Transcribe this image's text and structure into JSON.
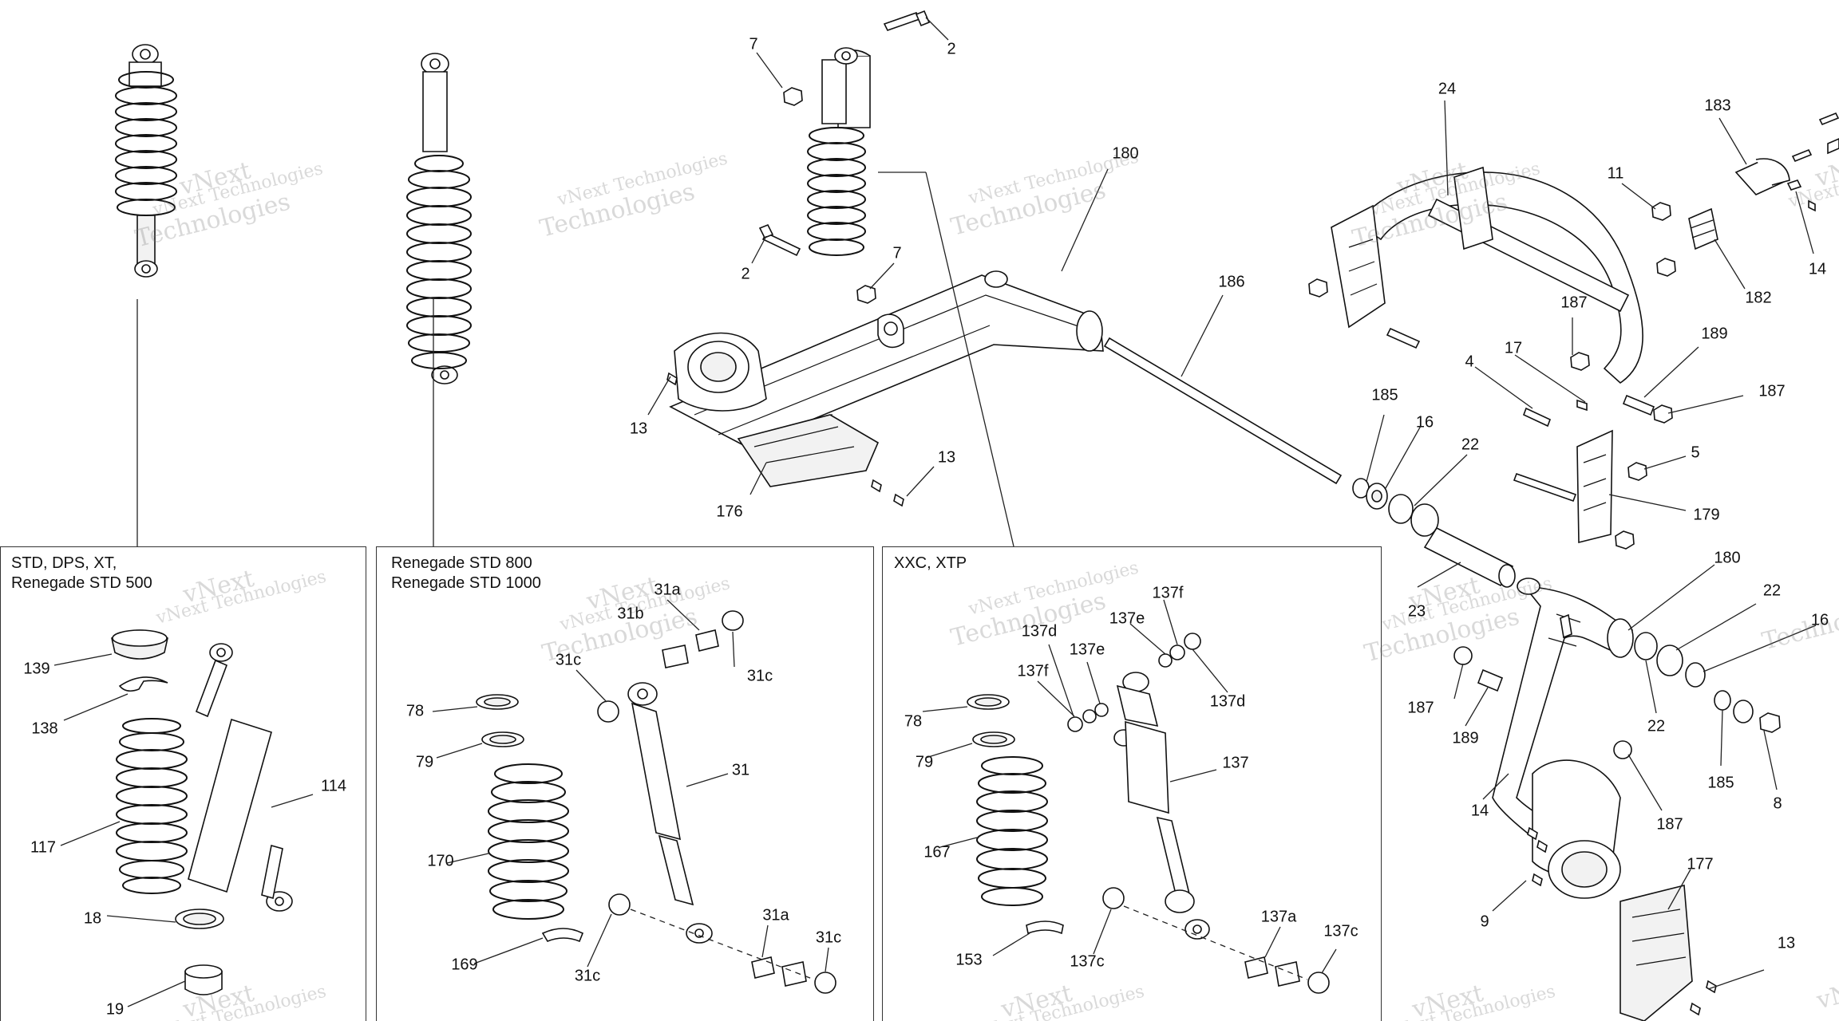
{
  "panels": {
    "std": {
      "title_lines": [
        "STD, DPS, XT,",
        "Renegade STD 500"
      ]
    },
    "renegade": {
      "title_lines": [
        "Renegade STD 800",
        "Renegade STD 1000"
      ]
    },
    "xxc": {
      "title_lines": [
        "XXC, XTP"
      ]
    }
  },
  "watermark": {
    "brand": "vNext",
    "company": "vNext Technologies",
    "word": "Technologies"
  },
  "callouts": [
    {
      "id": "c1",
      "text": "7"
    },
    {
      "id": "c2",
      "text": "2"
    },
    {
      "id": "c3",
      "text": "180"
    },
    {
      "id": "c4",
      "text": "2"
    },
    {
      "id": "c5",
      "text": "7"
    },
    {
      "id": "c6",
      "text": "13"
    },
    {
      "id": "c7",
      "text": "13"
    },
    {
      "id": "c8",
      "text": "176"
    },
    {
      "id": "c9",
      "text": "186"
    },
    {
      "id": "c10",
      "text": "24"
    },
    {
      "id": "c11",
      "text": "183"
    },
    {
      "id": "c12",
      "text": "11"
    },
    {
      "id": "c13",
      "text": "182"
    },
    {
      "id": "c14",
      "text": "14"
    },
    {
      "id": "c15",
      "text": "187"
    },
    {
      "id": "c16",
      "text": "189"
    },
    {
      "id": "c17",
      "text": "187"
    },
    {
      "id": "c18",
      "text": "17"
    },
    {
      "id": "c19",
      "text": "4"
    },
    {
      "id": "c20",
      "text": "5"
    },
    {
      "id": "c21",
      "text": "179"
    },
    {
      "id": "c22",
      "text": "185"
    },
    {
      "id": "c23",
      "text": "16"
    },
    {
      "id": "c24",
      "text": "22"
    },
    {
      "id": "c25",
      "text": "23"
    },
    {
      "id": "c26",
      "text": "180"
    },
    {
      "id": "c27",
      "text": "22"
    },
    {
      "id": "c28",
      "text": "16"
    },
    {
      "id": "c29",
      "text": "187"
    },
    {
      "id": "c30",
      "text": "189"
    },
    {
      "id": "c31",
      "text": "22"
    },
    {
      "id": "c32",
      "text": "185"
    },
    {
      "id": "c33",
      "text": "8"
    },
    {
      "id": "c34",
      "text": "14"
    },
    {
      "id": "c35",
      "text": "187"
    },
    {
      "id": "c36",
      "text": "177"
    },
    {
      "id": "c37",
      "text": "9"
    },
    {
      "id": "c38",
      "text": "13"
    },
    {
      "id": "c39",
      "text": "139"
    },
    {
      "id": "c40",
      "text": "138"
    },
    {
      "id": "c41",
      "text": "117"
    },
    {
      "id": "c42",
      "text": "114"
    },
    {
      "id": "c43",
      "text": "18"
    },
    {
      "id": "c44",
      "text": "19"
    },
    {
      "id": "c45",
      "text": "31a"
    },
    {
      "id": "c46",
      "text": "31b"
    },
    {
      "id": "c47",
      "text": "31c"
    },
    {
      "id": "c48",
      "text": "31c"
    },
    {
      "id": "c49",
      "text": "78"
    },
    {
      "id": "c50",
      "text": "79"
    },
    {
      "id": "c51",
      "text": "31"
    },
    {
      "id": "c52",
      "text": "170"
    },
    {
      "id": "c53",
      "text": "31a"
    },
    {
      "id": "c54",
      "text": "31c"
    },
    {
      "id": "c55",
      "text": "31c"
    },
    {
      "id": "c56",
      "text": "169"
    },
    {
      "id": "c57",
      "text": "137f"
    },
    {
      "id": "c58",
      "text": "137d"
    },
    {
      "id": "c59",
      "text": "137e"
    },
    {
      "id": "c60",
      "text": "137e"
    },
    {
      "id": "c61",
      "text": "137f"
    },
    {
      "id": "c62",
      "text": "137d"
    },
    {
      "id": "c63",
      "text": "78"
    },
    {
      "id": "c64",
      "text": "79"
    },
    {
      "id": "c65",
      "text": "137"
    },
    {
      "id": "c66",
      "text": "167"
    },
    {
      "id": "c67",
      "text": "137a"
    },
    {
      "id": "c68",
      "text": "137c"
    },
    {
      "id": "c69",
      "text": "137c"
    },
    {
      "id": "c70",
      "text": "153"
    }
  ]
}
